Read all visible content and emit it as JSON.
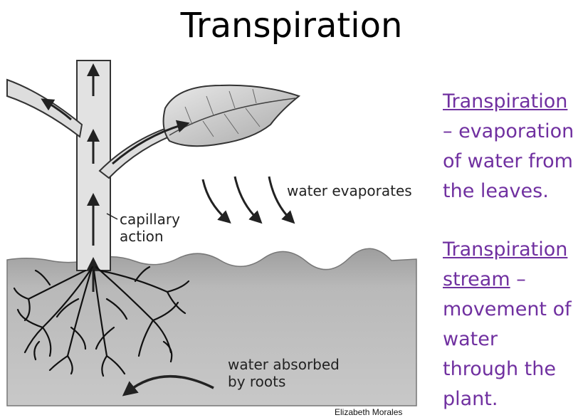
{
  "title": "Transpiration",
  "labels": {
    "water_evaporates": "water evaporates",
    "capillary_line1": "capillary",
    "capillary_line2": "action",
    "absorbed_line1": "water absorbed",
    "absorbed_line2": "by roots"
  },
  "credit": "Elizabeth Morales",
  "definitions": [
    {
      "term": "Transpiration",
      "text_lines": [
        "– evaporation",
        "of water from",
        "the leaves."
      ]
    },
    {
      "term_lines": [
        "Transpiration",
        "stream"
      ],
      "dash": " –",
      "text_lines": [
        "movement of",
        "water",
        "through the",
        "plant."
      ]
    }
  ],
  "colors": {
    "definition_text": "#7030a0",
    "soil": "#b8b8b8"
  }
}
